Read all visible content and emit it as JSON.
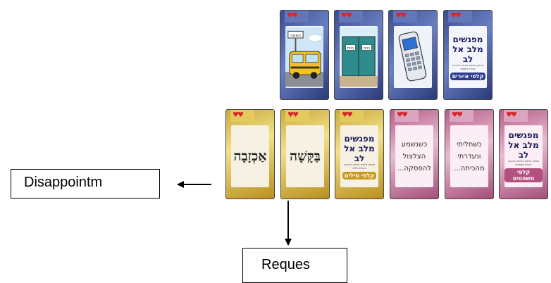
{
  "cards_top": [
    {
      "kind": "picture",
      "picture": "bus-stop",
      "sign": "הסעה"
    },
    {
      "kind": "picture",
      "picture": "restroom-doors",
      "door_left": "בנות",
      "door_right": "בנים"
    },
    {
      "kind": "picture",
      "picture": "mobile-phone"
    },
    {
      "kind": "logo",
      "title": "מפגשים מלב אל לב",
      "subtitle": "משחק קלפים לשיחה ולהבעה בעזרת תמונות",
      "badge": "קלפי איורים"
    }
  ],
  "cards_bottom": [
    {
      "kind": "word",
      "theme": "gold",
      "text": "אַכְזָבָה"
    },
    {
      "kind": "word",
      "theme": "gold",
      "text": "בַּקָּשָׁה"
    },
    {
      "kind": "logo",
      "theme": "gold",
      "title": "מפגשים מלב אל לב",
      "subtitle": "משחק קלפים לשיחה ולהבעה בעזרת מילים",
      "badge": "קלפי מילים"
    },
    {
      "kind": "phrase",
      "theme": "pink",
      "text": "כשנשמע הצלצול להפסקה..."
    },
    {
      "kind": "phrase",
      "theme": "pink",
      "text": "כשחליתי ונעדרתי מהכיתה..."
    },
    {
      "kind": "logo",
      "theme": "pink",
      "title": "מפגשים מלב אל לב",
      "subtitle": "משחק קלפים לשיחה ולהבעה בעזרת משפטים",
      "badge": "קלפי משפטים"
    }
  ],
  "labels": {
    "disappointment": "Disappointm",
    "request": "Reques"
  },
  "colors": {
    "heart": "#d8262c",
    "logo_badge_blue": "#2e3c8f",
    "logo_badge_gold": "#c89a1f",
    "logo_badge_pink": "#b2507f"
  },
  "icons": {
    "heart_pair": "two-hearts-icon"
  }
}
